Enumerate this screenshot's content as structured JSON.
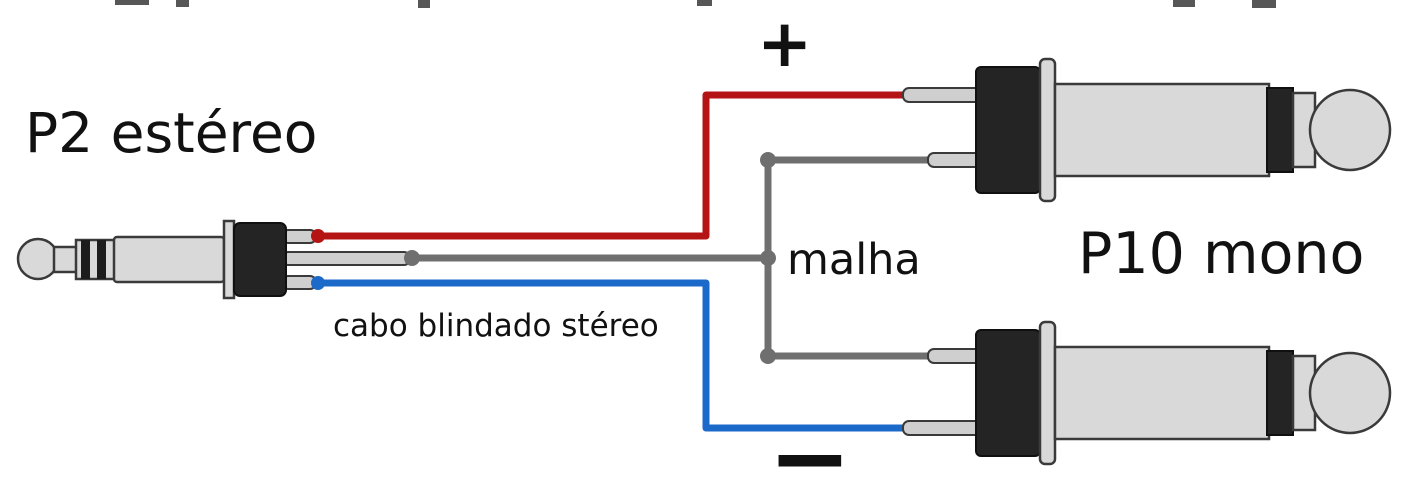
{
  "diagram": {
    "labels": {
      "p2": "P2 estéreo",
      "p10": "P10 mono",
      "plus": "+",
      "minus": "−",
      "malha": "malha",
      "cabo": "cabo blindado stéreo"
    },
    "colors": {
      "wire_positive": "#b51415",
      "wire_negative": "#1b6ac9",
      "wire_shield": "#6f6f6f",
      "plug_light": "#d9d9d9",
      "plug_dark": "#242424",
      "text": "#111111"
    }
  }
}
